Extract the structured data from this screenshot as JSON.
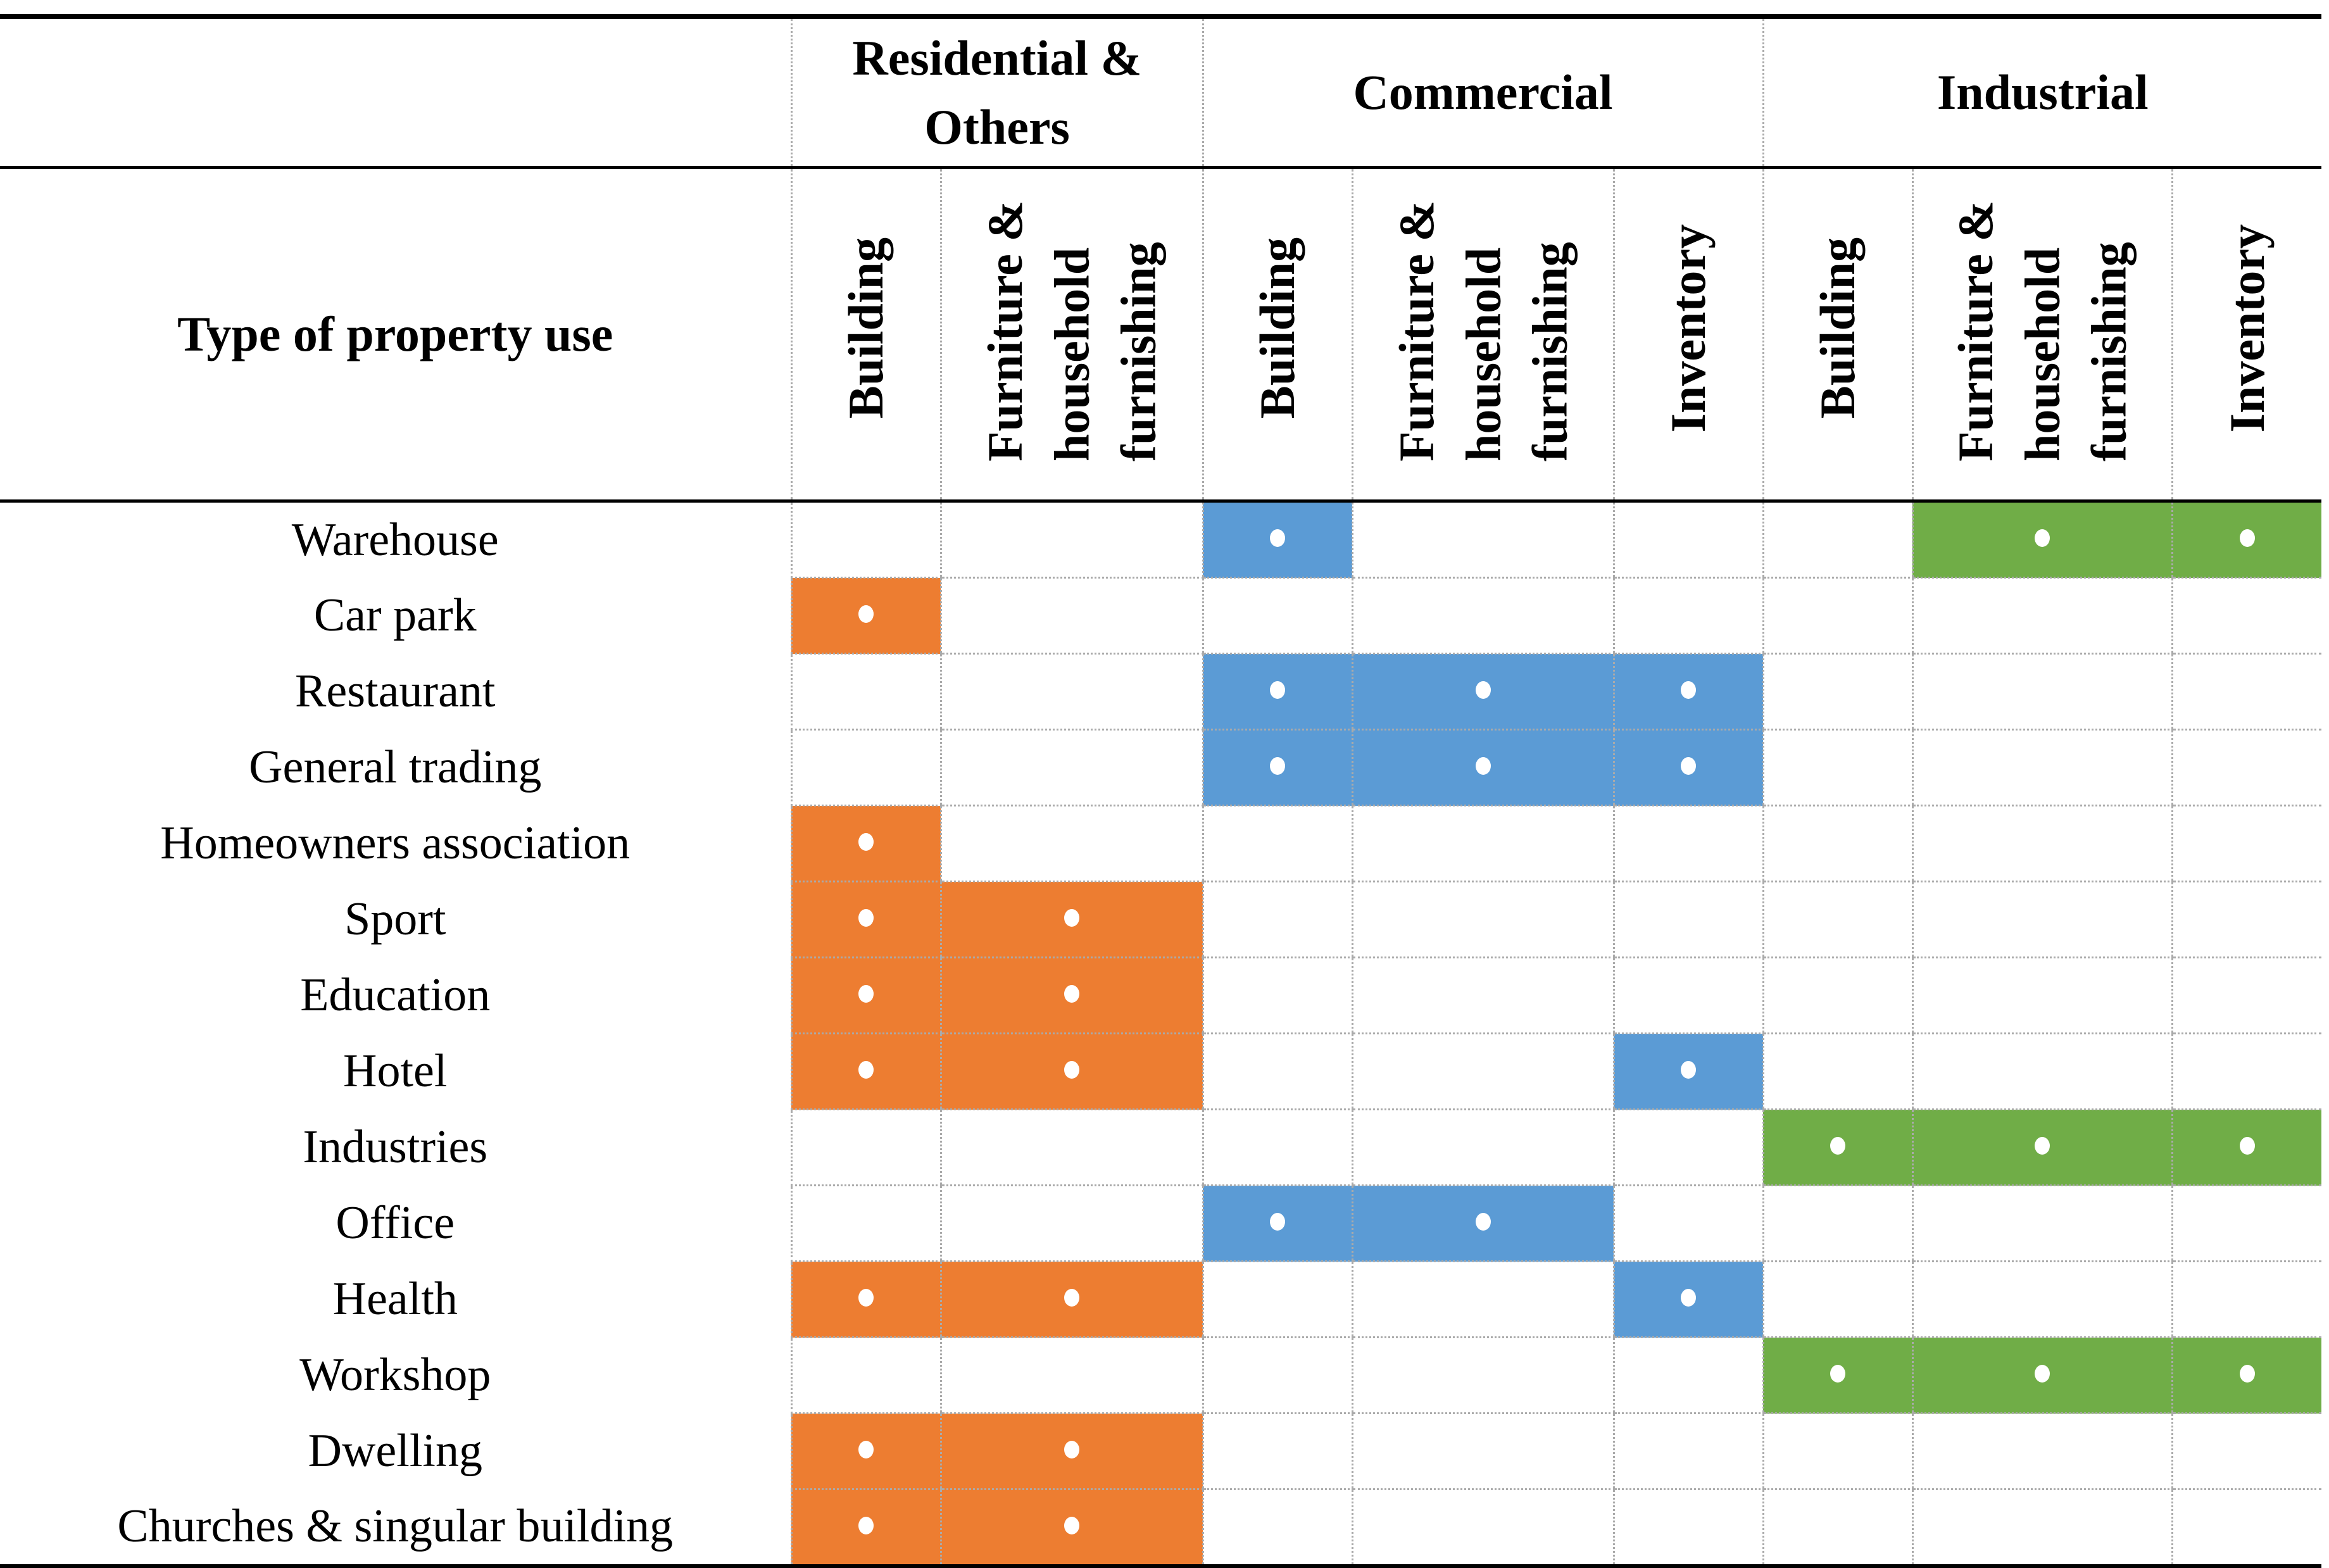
{
  "header": {
    "row_label": "Type of property use",
    "groups": [
      {
        "label": "Residential & Others",
        "lines": [
          "Residential &",
          "Others"
        ],
        "span": 2
      },
      {
        "label": "Commercial",
        "span": 3
      },
      {
        "label": "Industrial",
        "span": 3
      }
    ],
    "columns": [
      {
        "label": "Building",
        "group": "Residential & Others"
      },
      {
        "label": "Furniture & household furnishing",
        "group": "Residential & Others"
      },
      {
        "label": "Building",
        "group": "Commercial"
      },
      {
        "label": "Furniture & household furnishing",
        "group": "Commercial"
      },
      {
        "label": "Inventory",
        "group": "Commercial"
      },
      {
        "label": "Building",
        "group": "Industrial"
      },
      {
        "label": "Furniture & household furnishing",
        "group": "Industrial"
      },
      {
        "label": "Inventory",
        "group": "Industrial"
      }
    ]
  },
  "colors": {
    "Residential & Others": "#ED7D31",
    "Commercial": "#5B9BD5",
    "Industrial": "#70AD47"
  },
  "rows": [
    {
      "label": "Warehouse",
      "marks": [
        0,
        0,
        1,
        0,
        0,
        0,
        1,
        1
      ]
    },
    {
      "label": "Car park",
      "marks": [
        1,
        0,
        0,
        0,
        0,
        0,
        0,
        0
      ]
    },
    {
      "label": "Restaurant",
      "marks": [
        0,
        0,
        1,
        1,
        1,
        0,
        0,
        0
      ]
    },
    {
      "label": "General trading",
      "marks": [
        0,
        0,
        1,
        1,
        1,
        0,
        0,
        0
      ]
    },
    {
      "label": "Homeowners association",
      "marks": [
        1,
        0,
        0,
        0,
        0,
        0,
        0,
        0
      ]
    },
    {
      "label": "Sport",
      "marks": [
        1,
        1,
        0,
        0,
        0,
        0,
        0,
        0
      ]
    },
    {
      "label": "Education",
      "marks": [
        1,
        1,
        0,
        0,
        0,
        0,
        0,
        0
      ]
    },
    {
      "label": "Hotel",
      "marks": [
        1,
        1,
        0,
        0,
        1,
        0,
        0,
        0
      ]
    },
    {
      "label": "Industries",
      "marks": [
        0,
        0,
        0,
        0,
        0,
        1,
        1,
        1
      ]
    },
    {
      "label": "Office",
      "marks": [
        0,
        0,
        1,
        1,
        0,
        0,
        0,
        0
      ]
    },
    {
      "label": "Health",
      "marks": [
        1,
        1,
        0,
        0,
        1,
        0,
        0,
        0
      ]
    },
    {
      "label": "Workshop",
      "marks": [
        0,
        0,
        0,
        0,
        0,
        1,
        1,
        1
      ]
    },
    {
      "label": "Dwelling",
      "marks": [
        1,
        1,
        0,
        0,
        0,
        0,
        0,
        0
      ]
    },
    {
      "label": "Churches & singular building",
      "marks": [
        1,
        1,
        0,
        0,
        0,
        0,
        0,
        0
      ]
    }
  ]
}
